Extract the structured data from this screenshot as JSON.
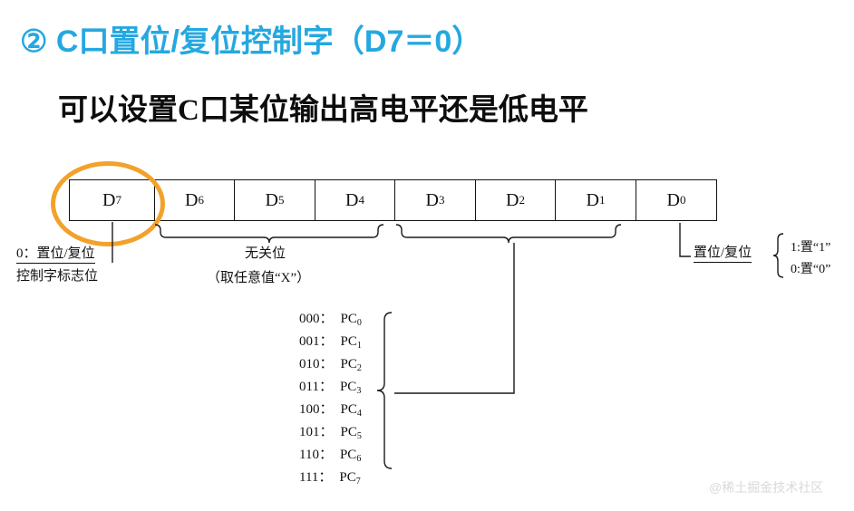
{
  "slide": {
    "title": "② C口置位/复位控制字（D7＝0）",
    "subtitle": "可以设置C口某位输出高电平还是低电平",
    "title_color": "#25A8E0",
    "highlight_color": "#F2A22C",
    "background_color": "#ffffff",
    "watermark": "@稀土掘金技术社区"
  },
  "bit_table": {
    "cells": [
      {
        "label": "D",
        "sub": "7"
      },
      {
        "label": "D",
        "sub": "6"
      },
      {
        "label": "D",
        "sub": "5"
      },
      {
        "label": "D",
        "sub": "4"
      },
      {
        "label": "D",
        "sub": "3"
      },
      {
        "label": "D",
        "sub": "2"
      },
      {
        "label": "D",
        "sub": "1"
      },
      {
        "label": "D",
        "sub": "0"
      }
    ]
  },
  "annotations": {
    "d7": {
      "line1": "0：置位/复位",
      "line2": "控制字标志位"
    },
    "dont_care": {
      "line1": "无关位",
      "line2": "（取任意值“X”）"
    },
    "set_reset": {
      "label": "置位/复位",
      "option_high": "1:置“1”",
      "option_low": "0:置“0”"
    }
  },
  "pc_select": {
    "rows": [
      {
        "code": "000：",
        "pc": "PC",
        "sub": "0"
      },
      {
        "code": "001：",
        "pc": "PC",
        "sub": "1"
      },
      {
        "code": "010：",
        "pc": "PC",
        "sub": "2"
      },
      {
        "code": "011：",
        "pc": "PC",
        "sub": "3"
      },
      {
        "code": "100：",
        "pc": "PC",
        "sub": "4"
      },
      {
        "code": "101：",
        "pc": "PC",
        "sub": "5"
      },
      {
        "code": "110：",
        "pc": "PC",
        "sub": "6"
      },
      {
        "code": "111：",
        "pc": "PC",
        "sub": "7"
      }
    ]
  }
}
